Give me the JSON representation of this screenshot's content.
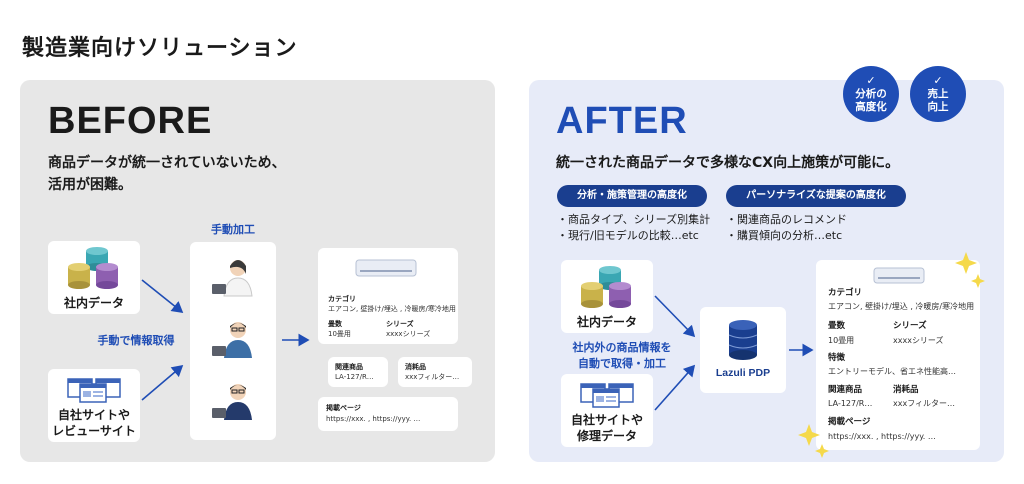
{
  "page_title": "製造業向けソリューション",
  "before": {
    "heading": "BEFORE",
    "lead_line1": "商品データが統一されていないため、",
    "lead_line2": "活用が困難。",
    "source1_label": "社内データ",
    "source2_line1": "自社サイトや",
    "source2_line2": "レビューサイト",
    "manual_acquire_label": "手動で情報取得",
    "manual_process_label": "手動加工",
    "product_card": {
      "category_label": "カテゴリ",
      "category_value": "エアコン, 壁掛け/埋込 , 冷暖房/寒冷地用",
      "tatami_label": "畳数",
      "tatami_value": "10畳用",
      "series_label": "シリーズ",
      "series_value": "xxxxシリーズ"
    },
    "related_card": {
      "label": "関連商品",
      "value": "LA-127/R…"
    },
    "consumables_card": {
      "label": "消耗品",
      "value": "xxxフィルター…"
    },
    "pages_card": {
      "label": "掲載ページ",
      "value": "https://xxx. , https://yyy. …"
    }
  },
  "after": {
    "heading": "AFTER",
    "lead": "統一された商品データで多様なCX向上施策が可能に。",
    "badge1_line1": "分析の",
    "badge1_line2": "高度化",
    "badge2_line1": "売上",
    "badge2_line2": "向上",
    "check_icon_glyph": "✓",
    "pill1": "分析・施策管理の高度化",
    "pill2": "パーソナライズな提案の高度化",
    "pill1_bullets": [
      "・商品タイプ、シリーズ別集計",
      "・現行/旧モデルの比較…etc"
    ],
    "pill2_bullets": [
      "・関連商品のレコメンド",
      "・購買傾向の分析…etc"
    ],
    "source1_label": "社内データ",
    "source2_line1": "自社サイトや",
    "source2_line2": "修理データ",
    "auto_label_line1": "社内外の商品情報を",
    "auto_label_line2": "自動で取得・加工",
    "pdp_logo": "Lazuli PDP",
    "product_card": {
      "category_label": "カテゴリ",
      "category_value": "エアコン, 壁掛け/埋込 , 冷暖房/寒冷地用",
      "tatami_label": "畳数",
      "tatami_value": "10畳用",
      "series_label": "シリーズ",
      "series_value": "xxxxシリーズ",
      "feature_label": "特徴",
      "feature_value": "エントリーモデル、省エネ性能高…",
      "related_label": "関連商品",
      "related_value": "LA-127/R…",
      "consumables_label": "消耗品",
      "consumables_value": "xxxフィルター…",
      "pages_label": "掲載ページ",
      "pages_value": "https://xxx. , https://yyy. …"
    }
  },
  "colors": {
    "accent_blue": "#1f4db5",
    "navy": "#1a3e8f",
    "before_bg": "#e7e7e7",
    "after_bg": "#e7ebf8",
    "sparkle": "#f5d94a"
  }
}
